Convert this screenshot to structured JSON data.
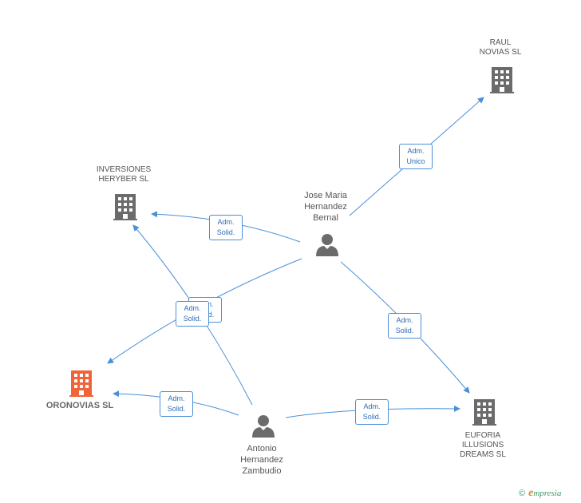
{
  "nodes": {
    "raul": {
      "label": "RAUL\nNOVIAS SL"
    },
    "inversiones": {
      "label": "INVERSIONES\nHERYBER  SL"
    },
    "oronovias": {
      "label": "ORONOVIAS SL"
    },
    "euforia": {
      "label": "EUFORIA\nILLUSIONS\nDREAMS  SL"
    },
    "jose": {
      "label": "Jose Maria\nHernandez\nBernal"
    },
    "antonio": {
      "label": "Antonio\nHernandez\nZambudio"
    }
  },
  "edges": {
    "jose_raul": {
      "line1": "Adm.",
      "line2": "Unico"
    },
    "jose_inversiones": {
      "line1": "Adm.",
      "line2": "Solid."
    },
    "jose_oronovias": {
      "line1": "Adm.",
      "line2": "Solid."
    },
    "antonio_inversiones": {
      "line1": "Adm.",
      "line2": "Solid."
    },
    "jose_euforia": {
      "line1": "Adm.",
      "line2": "Solid."
    },
    "antonio_oronovias": {
      "line1": "Adm.",
      "line2": "Solid."
    },
    "antonio_euforia": {
      "line1": "Adm.",
      "line2": "Solid."
    }
  },
  "colors": {
    "edge": "#4a90d9",
    "company": "#6b6b6b",
    "focus_company": "#f0643a",
    "person": "#6b6b6b"
  },
  "footer": {
    "copyright": "©",
    "brand_initial": "e",
    "brand_rest": "mpresia"
  }
}
